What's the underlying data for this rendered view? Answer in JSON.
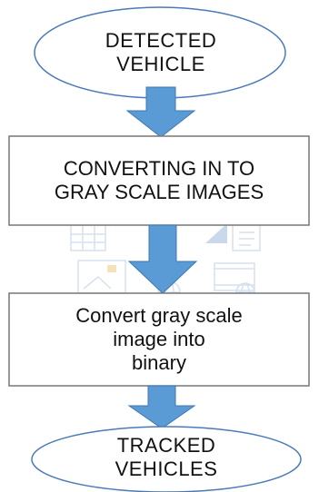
{
  "diagram": {
    "type": "flowchart",
    "nodes": [
      {
        "id": "start",
        "shape": "ellipse",
        "lines": [
          "DETECTED",
          "VEHICLE"
        ]
      },
      {
        "id": "step1",
        "shape": "rectangle",
        "lines": [
          "CONVERTING IN TO",
          "GRAY SCALE IMAGES"
        ]
      },
      {
        "id": "step2",
        "shape": "rectangle",
        "lines": [
          "Convert gray scale",
          "image into",
          "binary"
        ]
      },
      {
        "id": "end",
        "shape": "ellipse",
        "lines": [
          "TRACKED",
          "VEHICLES"
        ]
      }
    ],
    "edges": [
      {
        "from": "start",
        "to": "step1"
      },
      {
        "from": "step1",
        "to": "step2"
      },
      {
        "from": "step2",
        "to": "end"
      }
    ]
  },
  "colors": {
    "ellipse_fill": "#ffffff",
    "ellipse_stroke": "#4a7ab8",
    "box_fill": "#ffffff",
    "box_stroke": "#777777",
    "arrow_fill": "#5b9bd5",
    "arrow_stroke": "#3f78b0",
    "watermark": "#c8d7ea"
  },
  "watermark_icons": [
    "table-icon",
    "chart-icon",
    "document-icon",
    "picture-icon",
    "globe-icon",
    "film-icon",
    "globe-icon"
  ]
}
